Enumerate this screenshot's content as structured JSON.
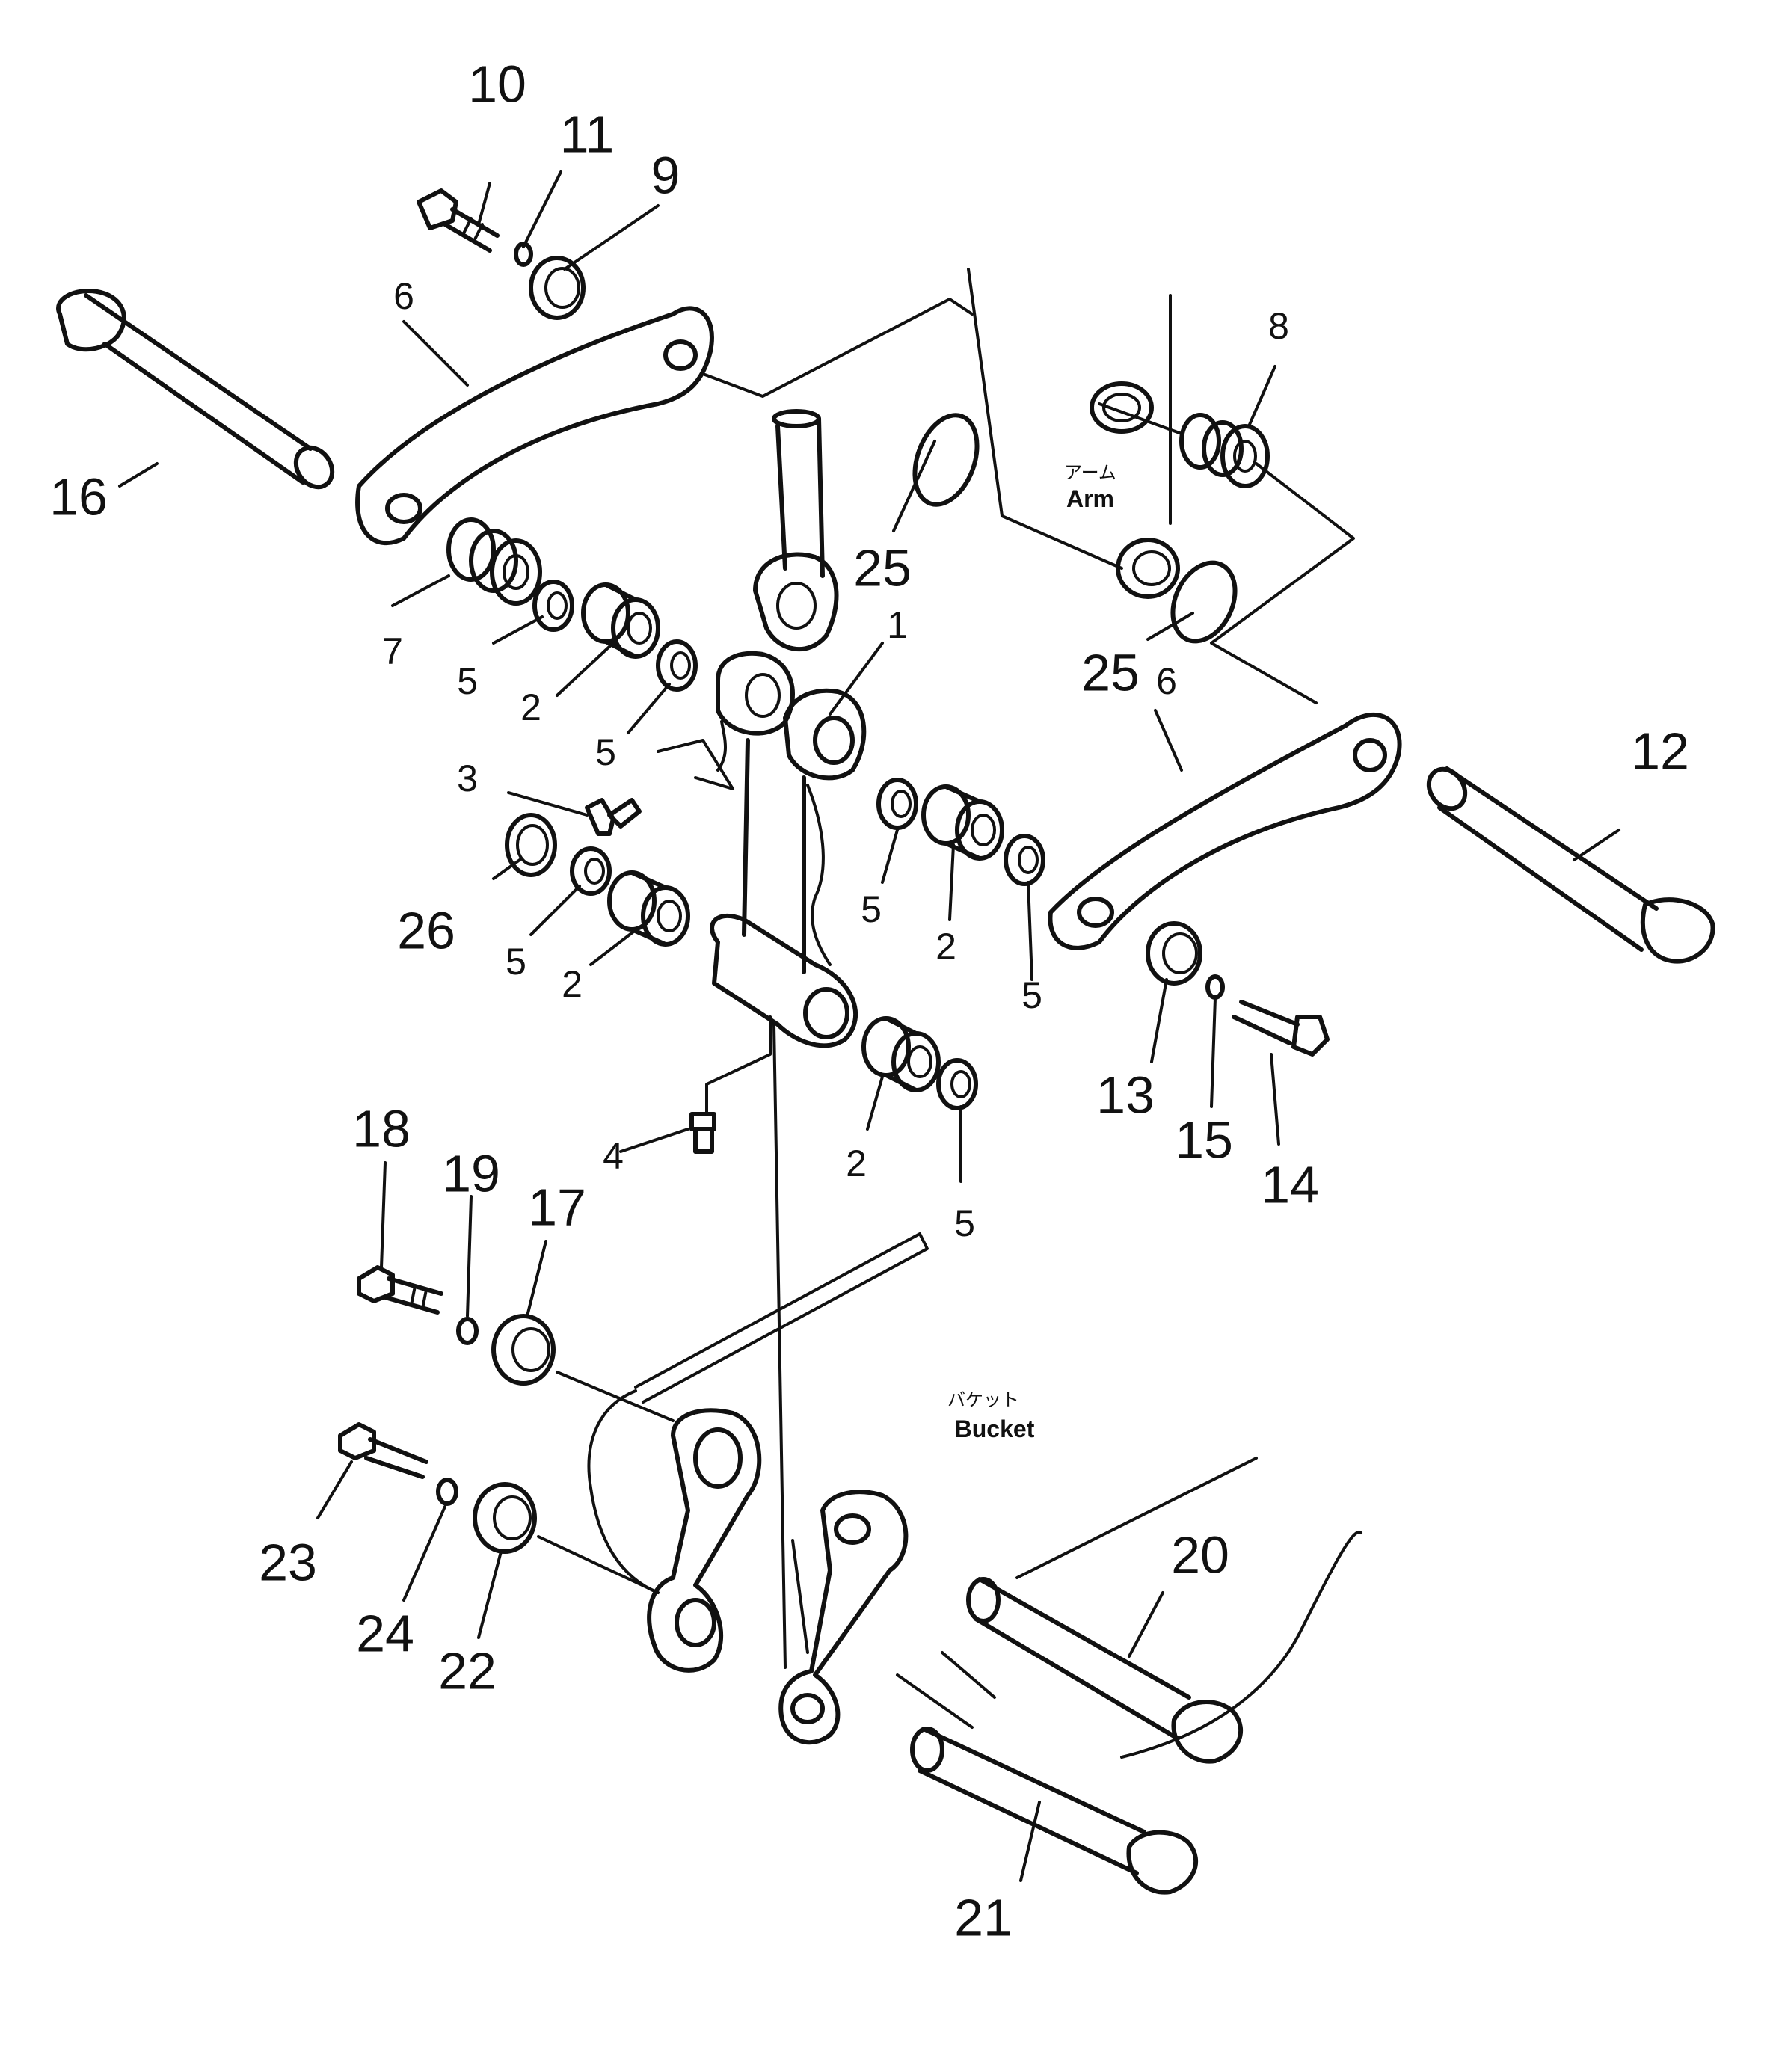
{
  "labels": {
    "p1": "1",
    "p2a": "2",
    "p2b": "2",
    "p2c": "2",
    "p2d": "2",
    "p3": "3",
    "p4": "4",
    "p5a": "5",
    "p5b": "5",
    "p5c": "5",
    "p5d": "5",
    "p5e": "5",
    "p5f": "5",
    "p6a": "6",
    "p6b": "6",
    "p7": "7",
    "p8": "8",
    "p9": "9",
    "p10": "10",
    "p11": "11",
    "p12": "12",
    "p13": "13",
    "p14": "14",
    "p15": "15",
    "p16": "16",
    "p17": "17",
    "p18": "18",
    "p19": "19",
    "p20": "20",
    "p21": "21",
    "p22": "22",
    "p23": "23",
    "p24": "24",
    "p25a": "25",
    "p25b": "25",
    "p26": "26"
  },
  "notes": {
    "arm_jp": "アーム",
    "arm_en": "Arm",
    "bucket_jp": "バケット",
    "bucket_en": "Bucket"
  }
}
